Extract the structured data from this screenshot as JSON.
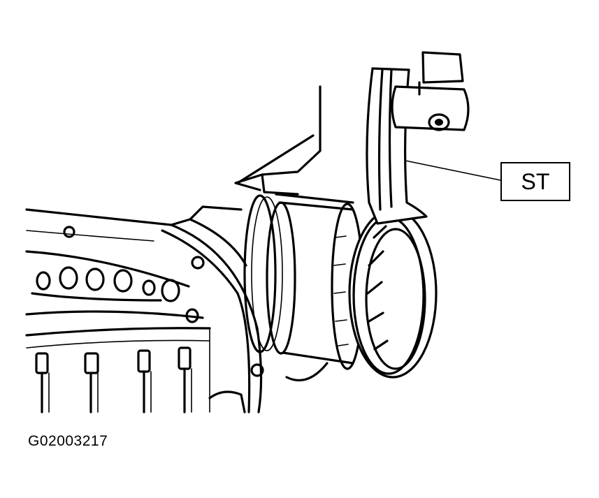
{
  "figure": {
    "callout_label": "ST",
    "figure_id": "G02003217"
  },
  "icons": {
    "illustration": "oil-filter-wrench-line-drawing"
  }
}
